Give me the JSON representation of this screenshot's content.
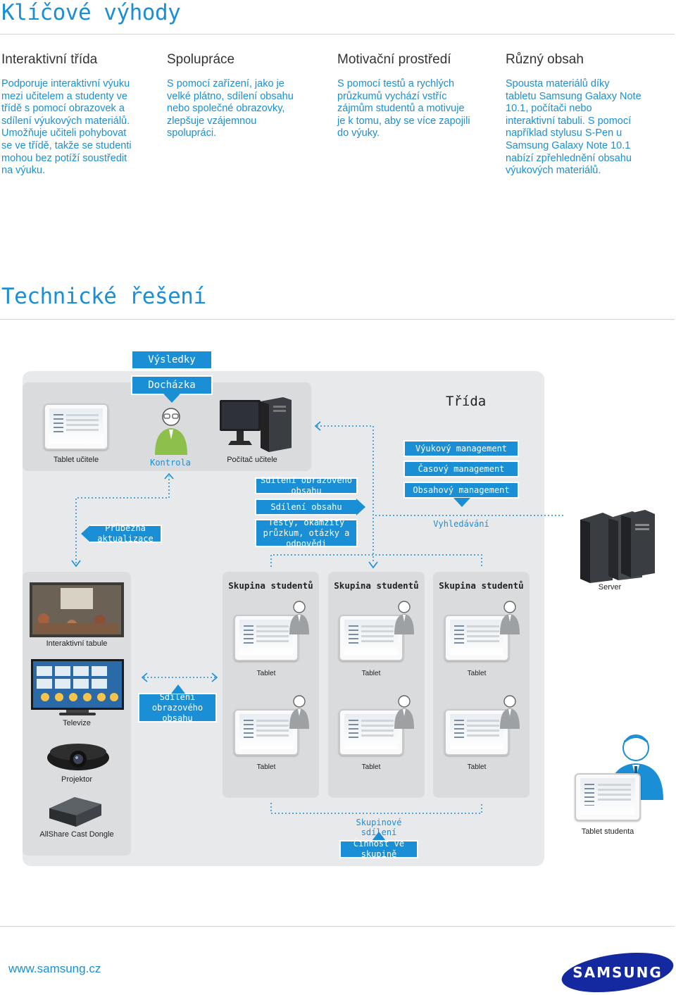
{
  "heading1": "Klíčové výhody",
  "columns": [
    {
      "title": "Interaktivní třída",
      "body": "Podporuje interaktivní výuku mezi učitelem a studenty ve třídě s pomocí obrazovek a sdílení výukových materiálů. Umožňuje učiteli pohybovat se ve třídě, takže se studenti mohou bez potíží soustředit na výuku."
    },
    {
      "title": "Spolupráce",
      "body": "S pomocí zařízení, jako je velké plátno, sdílení obsahu nebo společné obrazovky, zlepšuje vzájemnou spolupráci."
    },
    {
      "title": "Motivační prostředí",
      "body": "S pomocí testů a rychlých průzkumů vychází vstříc zájmům studentů a motivuje je k tomu, aby se více zapojili do výuky."
    },
    {
      "title": "Různý obsah",
      "body": "Spousta materiálů díky tabletu Samsung Galaxy Note 10.1, počítači nebo interaktivní tabuli. S pomocí například stylusu S-Pen u Samsung Galaxy Note 10.1 nabízí zpřehlednění obsahu výukových materiálů."
    }
  ],
  "heading2": "Technické řešení",
  "diagram": {
    "tags": {
      "vysledky": "Výsledky",
      "dochazka": "Docházka",
      "sdileni_obrazoveho": "Sdílení obrazového obsahu",
      "sdileni_obsahu": "Sdílení obsahu",
      "testy": "Testy, okamžitý průzkum, otázky a odpovědi",
      "prubezna": "Průběžná aktualizace",
      "vyukovy": "Výukový management",
      "casovy": "Časový management",
      "obsahovy": "Obsahový management",
      "sdileni_obrazoveho2": "Sdílení obrazového obsahu",
      "cinnost": "Činnost ve skupině"
    },
    "trida": "Třída",
    "kontrola": "Kontrola",
    "vyhledavani": "Vyhledávání",
    "skupinove": "Skupinové sdílení",
    "labels": {
      "tablet_ucitele": "Tablet učitele",
      "pocitac_ucitele": "Počítač učitele",
      "interaktivni_tabule": "Interaktivní tabule",
      "televize": "Televize",
      "projektor": "Projektor",
      "dongle": "AllShare Cast Dongle",
      "server": "Server",
      "tablet_studenta": "Tablet studenta",
      "tablet": "Tablet"
    },
    "groups": [
      "Skupina studentů",
      "Skupina studentů",
      "Skupina studentů"
    ]
  },
  "footer": {
    "url": "www.samsung.cz",
    "logo": "SAMSUNG"
  },
  "colors": {
    "accent": "#1a8fd6",
    "panel": "#e8e9eb",
    "inner": "#d9dbdd",
    "person_green": "#8cc04a",
    "person_blue": "#1a8fd6",
    "logo": "#1428a0"
  }
}
